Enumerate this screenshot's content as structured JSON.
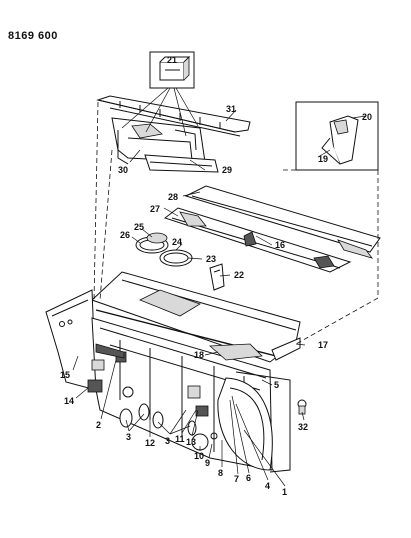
{
  "document": {
    "number": "8169 600"
  },
  "callouts": [
    "21",
    "31",
    "20",
    "19",
    "30",
    "29",
    "28",
    "27",
    "16",
    "25",
    "24",
    "26",
    "23",
    "22",
    "17",
    "18",
    "5",
    "15",
    "14",
    "2",
    "3",
    "12",
    "3",
    "11",
    "13",
    "10",
    "9",
    "8",
    "7",
    "6",
    "4",
    "1",
    "32"
  ]
}
